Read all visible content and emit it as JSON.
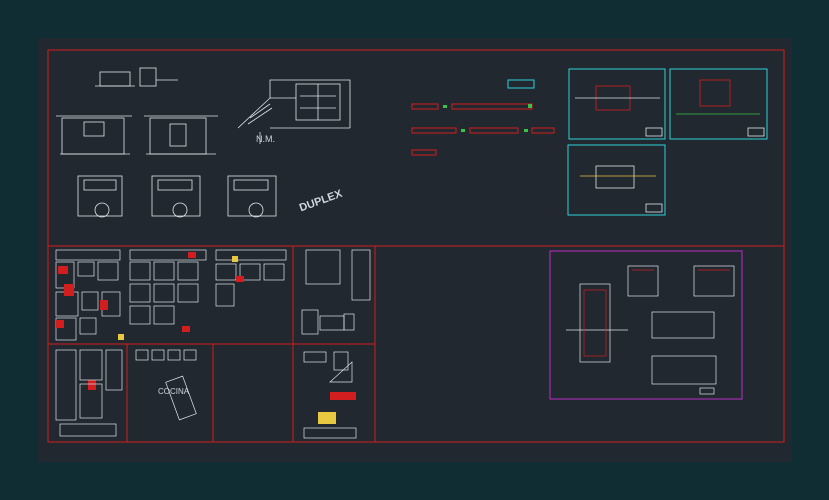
{
  "view": {
    "background": "#0f2d33",
    "model_space": "#212830",
    "frame_color": "#d21e1e",
    "sheet_colors": {
      "cyan": "#2fd0d8",
      "magenta": "#c02bc4"
    }
  },
  "drawing": {
    "labels": {
      "nm": "N.M.",
      "duplex": "DUPLEX",
      "cocina": "COCINA"
    }
  },
  "icons": [
    "kitchen-elevation",
    "kitchen-plan",
    "kitchen-block",
    "appliance-block",
    "title-block"
  ]
}
